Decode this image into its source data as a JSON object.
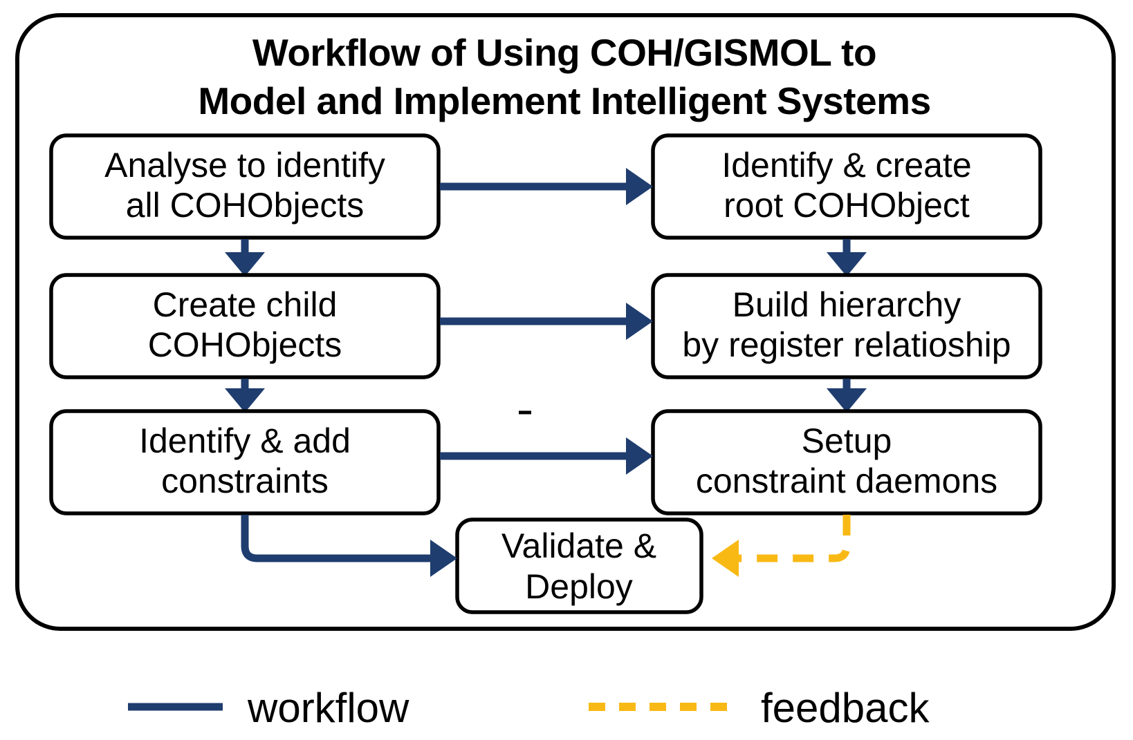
{
  "figure": {
    "title_line1": "Workflow of Using COH/GISMOL to",
    "title_line2": "Model and Implement Intelligent Systems"
  },
  "nodes": [
    {
      "id": "analyse",
      "line1": "Analyse to identify",
      "line2": "all COHObjects"
    },
    {
      "id": "root-object",
      "line1": "Identify & create",
      "line2": "root COHObject"
    },
    {
      "id": "child-objects",
      "line1": "Create child",
      "line2": "COHObjects"
    },
    {
      "id": "build-hierarchy",
      "line1": "Build hierarchy",
      "line2": "by register relatioship"
    },
    {
      "id": "add-constraints",
      "line1": "Identify & add",
      "line2": "constraints"
    },
    {
      "id": "constraint-daemons",
      "line1": "Setup",
      "line2": "constraint daemons"
    },
    {
      "id": "validate-deploy",
      "line1": "Validate &",
      "line2": "Deploy"
    }
  ],
  "legend": {
    "workflow_label": "workflow",
    "feedback_label": "feedback"
  },
  "colors": {
    "workflow": "#1F3D6E",
    "feedback": "#F9B915",
    "border": "#000000",
    "background": "#ffffff"
  }
}
